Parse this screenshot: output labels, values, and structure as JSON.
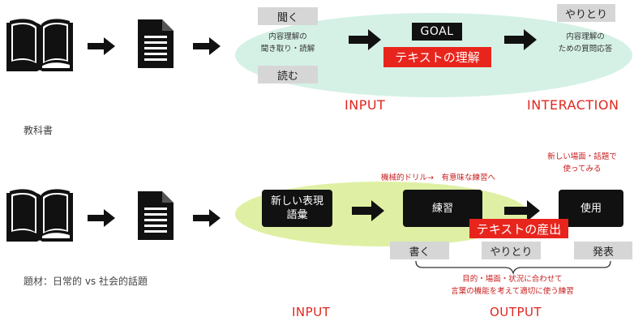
{
  "top": {
    "caption": "教科書",
    "listen_label": "聞く",
    "read_label": "読む",
    "comprehension_text": [
      "内容理解の",
      "聞き取り・読解"
    ],
    "goal_label": "GOAL",
    "goal_text": "テキストの理解",
    "exchange_label": "やりとり",
    "qa_text": [
      "内容理解の",
      "ための質問応答"
    ],
    "input_label": "INPUT",
    "interaction_label": "INTERACTION"
  },
  "bottom": {
    "caption": "題材：日常的 vs 社会的話題",
    "new_expr_label": [
      "新しい表現",
      "語彙"
    ],
    "practice_label": "練習",
    "use_label": "使用",
    "drill_note": "機械的ドリル→　有意味な練習へ",
    "new_scene_note": [
      "新しい場面・話題で",
      "使ってみる"
    ],
    "production_label": "テキストの産出",
    "write_label": "書く",
    "exchange_label": "やりとり",
    "present_label": "発表",
    "purpose_text": [
      "目的・場面・状況に合わせて",
      "言葉の機能を考えて適切に使う練習"
    ],
    "input_label": "INPUT",
    "output_label": "OUTPUT"
  },
  "colors": {
    "mint_ellipse": "#d5f1e6",
    "lime_ellipse": "#dff0a4",
    "accent_red": "#e8251c",
    "label_red": "#e0271f",
    "gray_tag": "#d6d6d6"
  },
  "icons": [
    "open-book-icon",
    "document-icon",
    "right-arrow-icon",
    "brace-icon"
  ]
}
